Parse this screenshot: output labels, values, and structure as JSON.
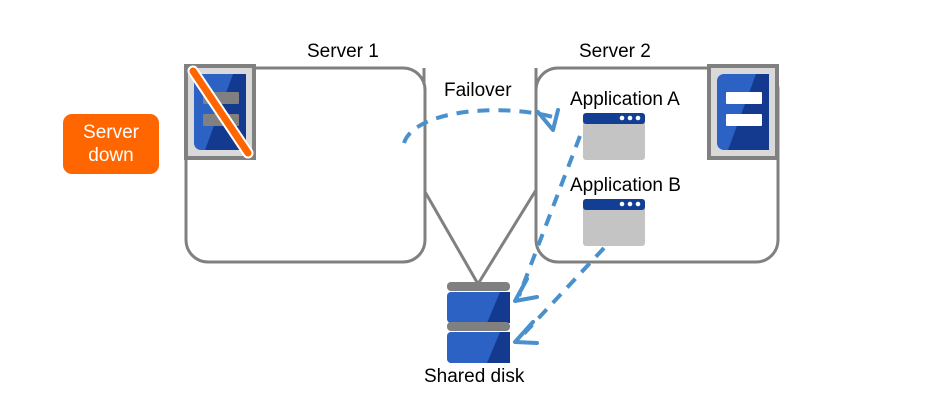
{
  "diagram": {
    "title_server1": "Server 1",
    "title_server2": "Server 2",
    "failover_label": "Failover",
    "shared_disk_label": "Shared disk",
    "applications": [
      {
        "label": "Application A"
      },
      {
        "label": "Application B"
      }
    ],
    "status_badge": {
      "line1": "Server",
      "line2": "down"
    },
    "colors": {
      "badge_background": "#ff6600",
      "badge_text": "#ffffff",
      "box_border": "#808080",
      "connector_line": "#808080",
      "arrow_blue": "#4a90cc",
      "server_icon_blue_light": "#2c62c4",
      "server_icon_blue_dark": "#133a8f",
      "server_icon_frame": "#d9d9d9",
      "server_icon_bar_down": "#808080",
      "server_icon_bar_up": "#ffffff",
      "slash_orange": "#ff6600",
      "window_titlebar": "#123f94",
      "window_body": "#c4c4c4",
      "disk_blue_light": "#2c62c4",
      "disk_blue_dark": "#133a8f",
      "disk_separator": "#808080",
      "text": "#000000"
    },
    "icons": {
      "server1": "server-down-icon",
      "server2": "server-active-icon",
      "app_window": "application-window-icon",
      "disk": "shared-disk-icon"
    }
  }
}
